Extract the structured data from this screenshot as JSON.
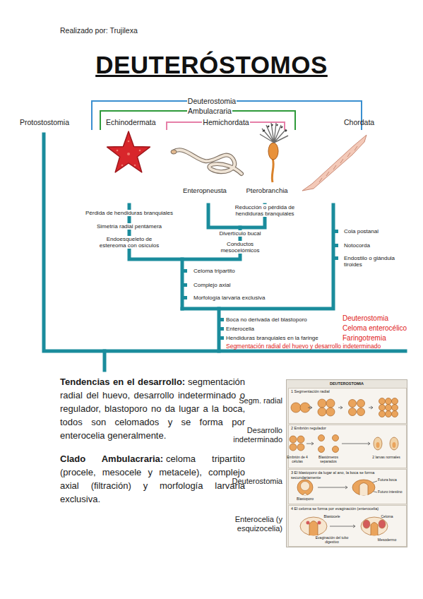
{
  "diagram": {
    "title": "DEUTERÓSTOMOS",
    "nodes": [
      {
        "text": [
          "DEUTEROSTOMIA"
        ]
      },
      {
        "text": [
          "1 Segmentación radial"
        ],
        "in": 0
      },
      {
        "text": [
          "2 Embrión regulador"
        ],
        "in": 0
      },
      {
        "text": [
          "3 El blastoporo da lugar al ano, la boca se forma secundariamente"
        ],
        "in": 0
      },
      {
        "text": [
          "4 El celoma se forma por evaginación (enterocelia)"
        ],
        "in": 0
      }
    ],
    "labels": [
      "Realizado por: Trujilexa",
      "Deuterostomia",
      "Ambulacraria",
      "Protostostomia",
      "Echinodermata",
      "Hemichordata",
      "Chordata",
      "Enteropneusta",
      "Pterobranchia",
      "Pérdida de hendiduras branquiales",
      "Reducción o pérdida de hendiduras branquiales",
      "Simetría radial pentámera",
      "Cola postanal",
      "Divertículo bucal",
      "Endoesqueleto de estereoma con osículos",
      "Conductos mesocelómicos",
      "Notocorda",
      "Endostilo o glándula tiroides",
      "Celoma tripartito",
      "Complejo axial",
      "Morfología larvaria exclusiva",
      "Boca no derivada del blastoporo",
      "Deuterostomia",
      "Celoma enterocélico",
      "Enterocelia",
      "Faringotremia",
      "Hendiduras branquiales en la faringe",
      "Segmentación radial del huevo y desarrollo indeterminado",
      "Tendencias en el desarrollo:",
      "segmentación radial del huevo, desarrollo indeterminado o regulador, blastoporo no da lugar a la boca, todos son celomados y se forma por enterocelia generalmente.",
      "Clado Ambulacraria:",
      "celoma tripartito (procele, mesocele y metacele), complejo axial (filtración) y morfología larvaria exclusiva.",
      "Segm. radial",
      "Desarrollo indeterminado",
      "Deuterostomia",
      "Enterocelia (y esquizocelia)",
      "Embrión de 4 células",
      "Blastómeros separados",
      "2 larvas normales",
      "Blastoporo",
      "Futura boca",
      "Futuro intestino",
      "Blastocele",
      "Celoma",
      "Evaginación del tubo digestivo",
      "Mesodermo"
    ]
  }
}
